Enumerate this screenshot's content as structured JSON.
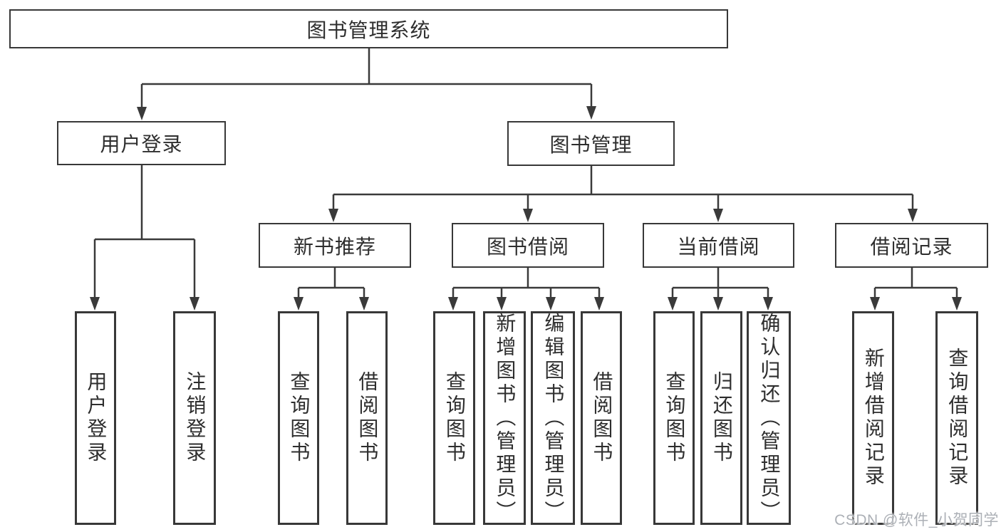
{
  "tree": {
    "root": "图书管理系统",
    "level2": [
      "用户登录",
      "图书管理"
    ],
    "level3": [
      "新书推荐",
      "图书借阅",
      "当前借阅",
      "借阅记录"
    ],
    "leaves_user": [
      "用户登录",
      "注销登录"
    ],
    "leaves_newbook": [
      "查询图书",
      "借阅图书"
    ],
    "leaves_borrow": [
      "查询图书",
      "新增图书（管理员）",
      "编辑图书（管理员）",
      "借阅图书"
    ],
    "leaves_current": [
      "查询图书",
      "归还图书",
      "确认归还（管理员）"
    ],
    "leaves_record": [
      "新增借阅记录",
      "查询借阅记录"
    ]
  },
  "watermark": "CSDN @软件_小贺同学",
  "colors": {
    "line": "#3a3a3a",
    "border": "#383838",
    "text": "#2e2e2e",
    "background": "#ffffff",
    "watermark": "#a8acb2"
  }
}
